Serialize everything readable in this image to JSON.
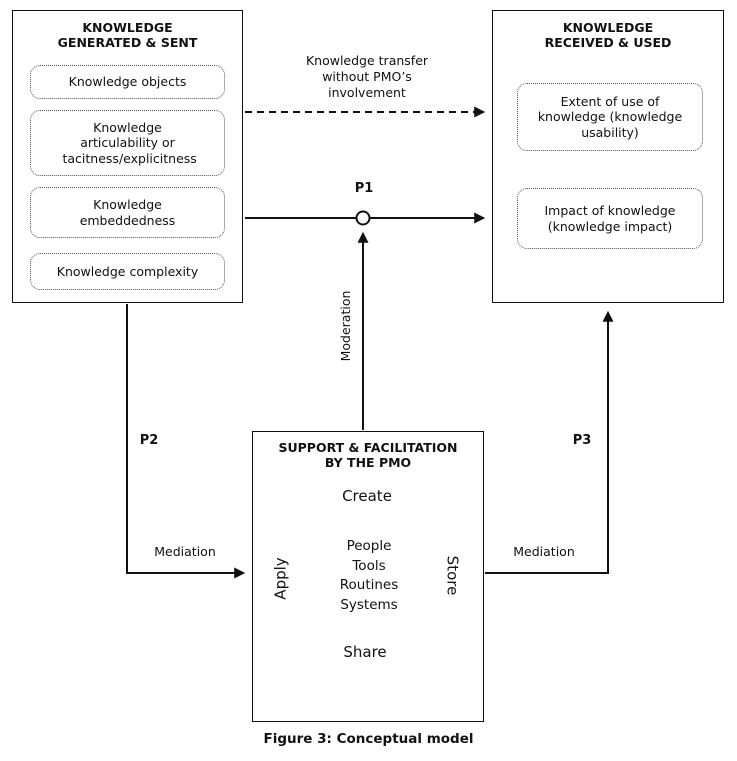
{
  "caption": "Figure 3: Conceptual model",
  "source_box": {
    "title": "KNOWLEDGE GENERATED & SENT",
    "items": [
      "Knowledge objects",
      "Knowledge articulability or tacitness/explicitness",
      "Knowledge embeddedness",
      "Knowledge complexity"
    ]
  },
  "target_box": {
    "title": "KNOWLEDGE RECEIVED & USED",
    "items": [
      "Extent of use of knowledge (knowledge usability)",
      "Impact of knowledge (knowledge impact)"
    ]
  },
  "pmo_box": {
    "title": "SUPPORT & FACILITATION BY THE PMO",
    "cycle": {
      "top": "Create",
      "right": "Store",
      "bottom": "Share",
      "left": "Apply"
    },
    "core": [
      "People",
      "Tools",
      "Routines",
      "Systems"
    ]
  },
  "connectors": {
    "transfer_label": "Knowledge transfer without PMO’s involvement",
    "p1": "P1",
    "p2": "P2",
    "p3": "P3",
    "moderation": "Moderation",
    "mediation_left": "Mediation",
    "mediation_right": "Mediation"
  },
  "colors": {
    "ink": "#111111",
    "background": "#ffffff"
  }
}
